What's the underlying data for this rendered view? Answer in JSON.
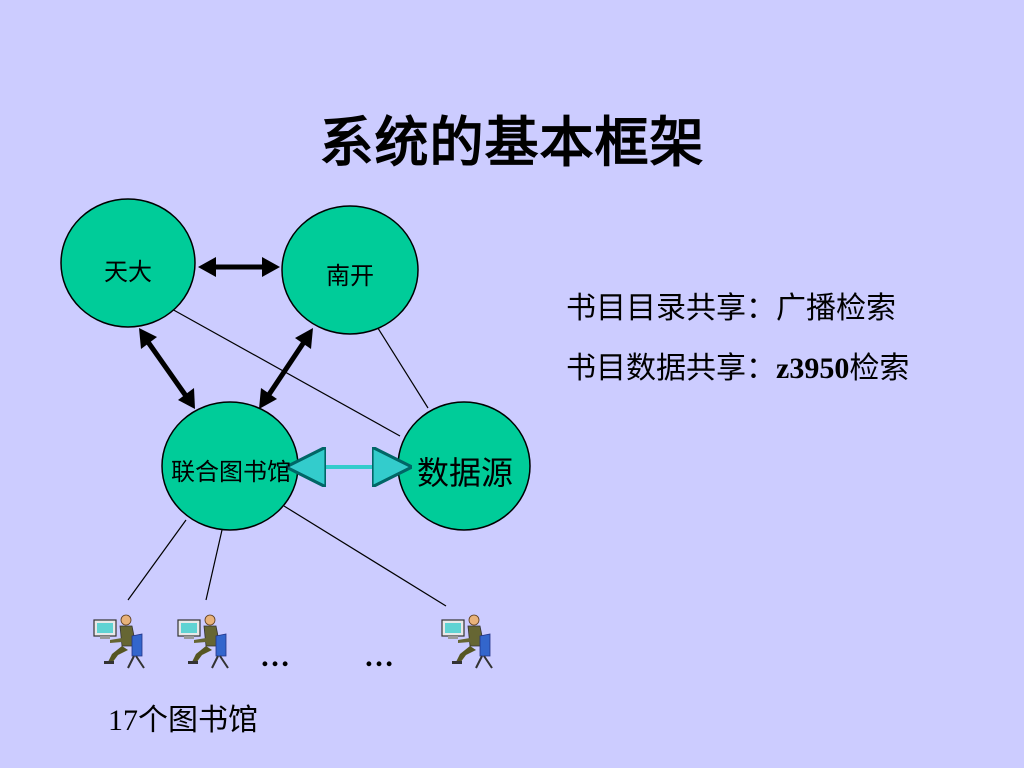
{
  "title": "系统的基本框架",
  "nodes": {
    "tianda": "天大",
    "nankai": "南开",
    "union_library": "联合图书馆",
    "data_source": "数据源"
  },
  "info": {
    "line1": "书目目录共享：广播检索",
    "line2_prefix": "书目数据共享：",
    "line2_bold": "z3950",
    "line2_suffix": "检索"
  },
  "ellipsis": [
    "…",
    "…"
  ],
  "footer": "17个图书馆",
  "colors": {
    "background": "#ccccff",
    "node_fill": "#00cc99",
    "arrow_black": "#000000",
    "arrow_teal": "#33cccc"
  },
  "icons": [
    "computer-user-icon",
    "computer-user-icon",
    "computer-user-icon"
  ]
}
